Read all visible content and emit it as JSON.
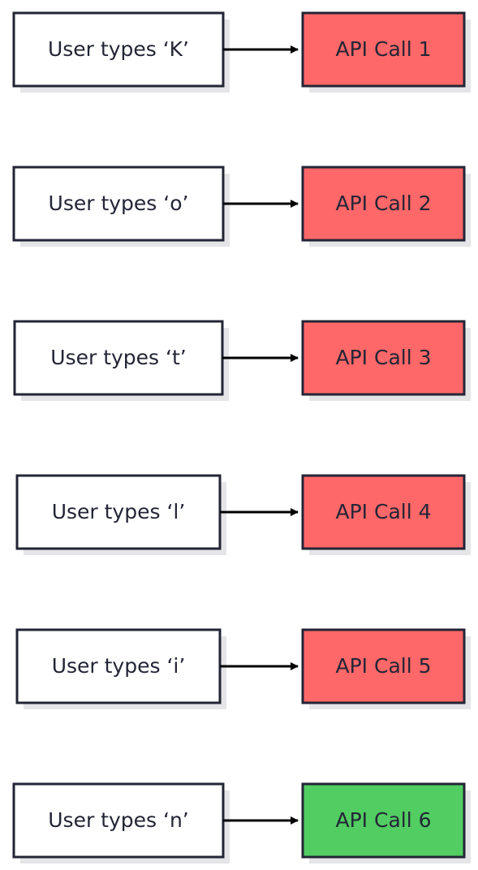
{
  "colors": {
    "border": "#232536",
    "shadow": "#e5e5e8",
    "input_fill": "#ffffff",
    "pending_call_fill": "#ff6868",
    "final_call_fill": "#52cd62",
    "arrow": "#000000"
  },
  "rows": [
    {
      "input": "User types ‘K’",
      "call": "API Call 1",
      "status": "pending"
    },
    {
      "input": "User types ‘o’",
      "call": "API Call 2",
      "status": "pending"
    },
    {
      "input": "User types ‘t’",
      "call": "API Call 3",
      "status": "pending"
    },
    {
      "input": "User types ‘l’",
      "call": "API Call 4",
      "status": "pending"
    },
    {
      "input": "User types ‘i’",
      "call": "API Call 5",
      "status": "pending"
    },
    {
      "input": "User types ‘n’",
      "call": "API Call 6",
      "status": "final"
    }
  ]
}
